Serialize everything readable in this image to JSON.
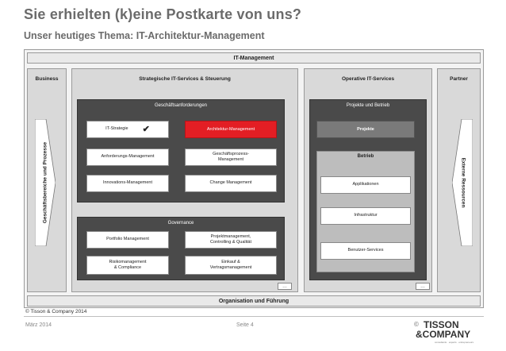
{
  "header": {
    "title": "Sie erhielten (k)eine Postkarte von uns?",
    "subtitle": "Unser heutiges Thema: IT-Architektur-Management"
  },
  "diagram": {
    "top_bar": "IT-Management",
    "bottom_bar": "Organisation und Führung",
    "columns": {
      "business": "Business",
      "strategic": "Strategische IT-Services & Steuerung",
      "operative": "Operative IT-Services",
      "partner": "Partner"
    },
    "business_arrow": "Geschäftsbereiche und Prozesse",
    "partner_arrow": "Externe Ressourcen",
    "geschaeftsanforderungen": {
      "title": "Geschäftsanforderungen",
      "items": [
        "IT-Strategie",
        "Architektur-Management",
        "Anforderungs-Management",
        "Geschäftsprozess-\nManagement",
        "Innovations-Management",
        "Change Management"
      ],
      "check": "✔"
    },
    "governance": {
      "title": "Governance",
      "items": [
        "Portfolio Management",
        "Projektmanagement,\nControlling & Qualität",
        "Risikomanagement\n& Compliance",
        "Einkauf &\nVertragsmanagement"
      ]
    },
    "projekte_betrieb": {
      "title": "Projekte und Betrieb",
      "projekte": "Projekte",
      "betrieb_title": "Betrieb",
      "betrieb_items": [
        "Applikationen",
        "Infrastruktur",
        "Benutzer-Services"
      ]
    },
    "ellipsis": "…"
  },
  "copyright": "© Tisson & Company 2014",
  "footer": {
    "date": "März 2014",
    "page": "Seite 4",
    "logo_symbol": "©",
    "logo_line1": "TISSON",
    "logo_line2": "&COMPANY",
    "logo_tagline": "consultants · experts · entrepreneurs"
  },
  "colors": {
    "highlight_red": "#e31e24",
    "dark_panel": "#4a4a4a",
    "title_grey": "#6b6b6b"
  }
}
